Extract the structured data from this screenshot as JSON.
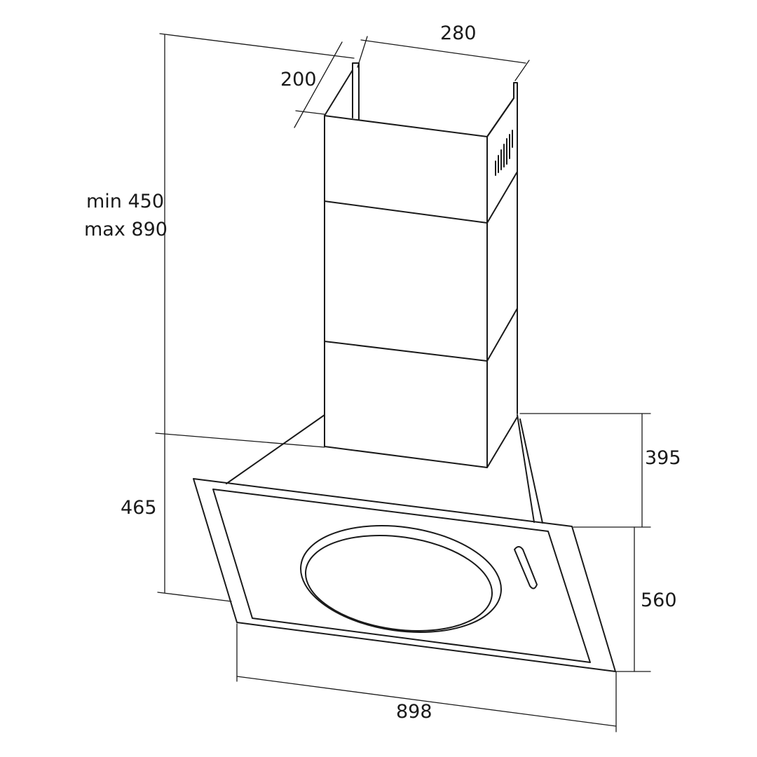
{
  "dimensions": {
    "chimney_width": "280",
    "chimney_depth": "200",
    "chimney_height_min": "min 450",
    "chimney_height_max": "max 890",
    "hood_height": "465",
    "glass_offset": "395",
    "glass_height": "560",
    "overall_width": "898"
  },
  "colors": {
    "line": "#1a1a1a",
    "background": "#ffffff"
  }
}
